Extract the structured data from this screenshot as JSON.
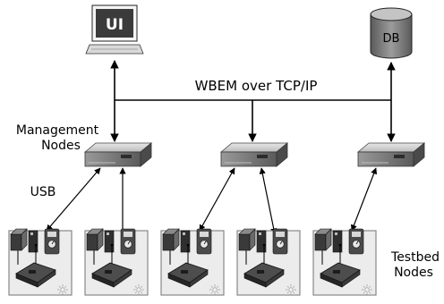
{
  "ui_label": "UI",
  "db_label": "DB",
  "network_label": "WBEM over TCP/IP",
  "management_label": {
    "line1": "Management",
    "line2": "Nodes"
  },
  "usb_label": "USB",
  "testbed_label": {
    "line1": "Testbed",
    "line2": "Nodes"
  },
  "management_nodes": [
    {
      "id": "mgmt-1",
      "testbed": [
        "tb-1",
        "tb-2"
      ]
    },
    {
      "id": "mgmt-2",
      "testbed": [
        "tb-3",
        "tb-4"
      ]
    },
    {
      "id": "mgmt-3",
      "testbed": [
        "tb-5"
      ]
    }
  ],
  "testbed_nodes": [
    "tb-1",
    "tb-2",
    "tb-3",
    "tb-4",
    "tb-5"
  ],
  "colors": {
    "line": "#000000",
    "device_fill": "#3c3c3c",
    "panel_fill": "#ececec",
    "cylinder_fill": "#7a7a7a"
  }
}
